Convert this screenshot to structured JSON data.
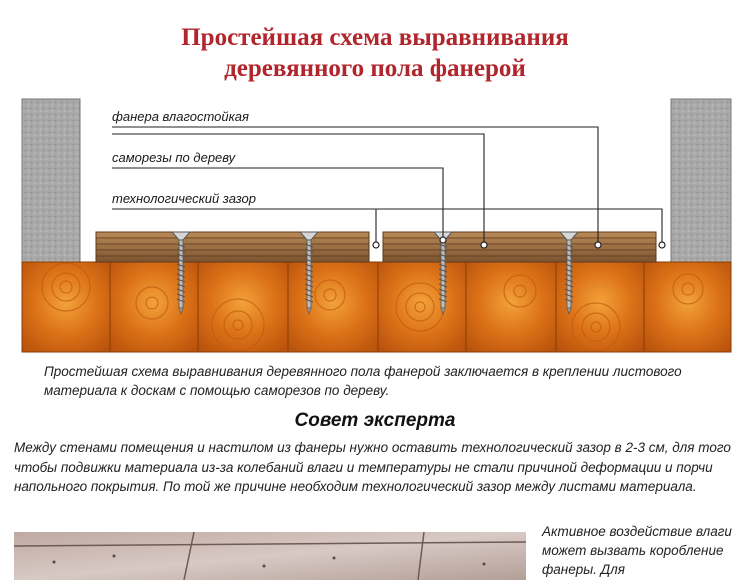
{
  "title": {
    "line1": "Простейшая схема выравнивания",
    "line2": "деревянного пола фанерой"
  },
  "callouts": {
    "plywood": "фанера влагостойкая",
    "screws": "саморезы по дереву",
    "gap": "технологический зазор"
  },
  "caption": "Простейшая схема выравнивания деревянного пола фанерой заключается в креплении листового материала к доскам с помощью саморезов по дереву.",
  "advice": {
    "title": "Совет эксперта",
    "text": "Между стенами помещения и настилом из фанеры нужно оставить технологический зазор в 2-3 см, для того чтобы подвижки материала из-за колебаний влаги и температуры не стали причиной деформации и порчи напольного покрытия. По той же причине необходим технологический зазор между листами материала."
  },
  "side_note": "Активное воздействие влаги может вызвать коробление фанеры. Для",
  "colors": {
    "title": "#b0262c",
    "wall": "#a8a8a8",
    "plywood": "#9a6a3d",
    "board": "#e07a1c",
    "leader": "#222222"
  }
}
